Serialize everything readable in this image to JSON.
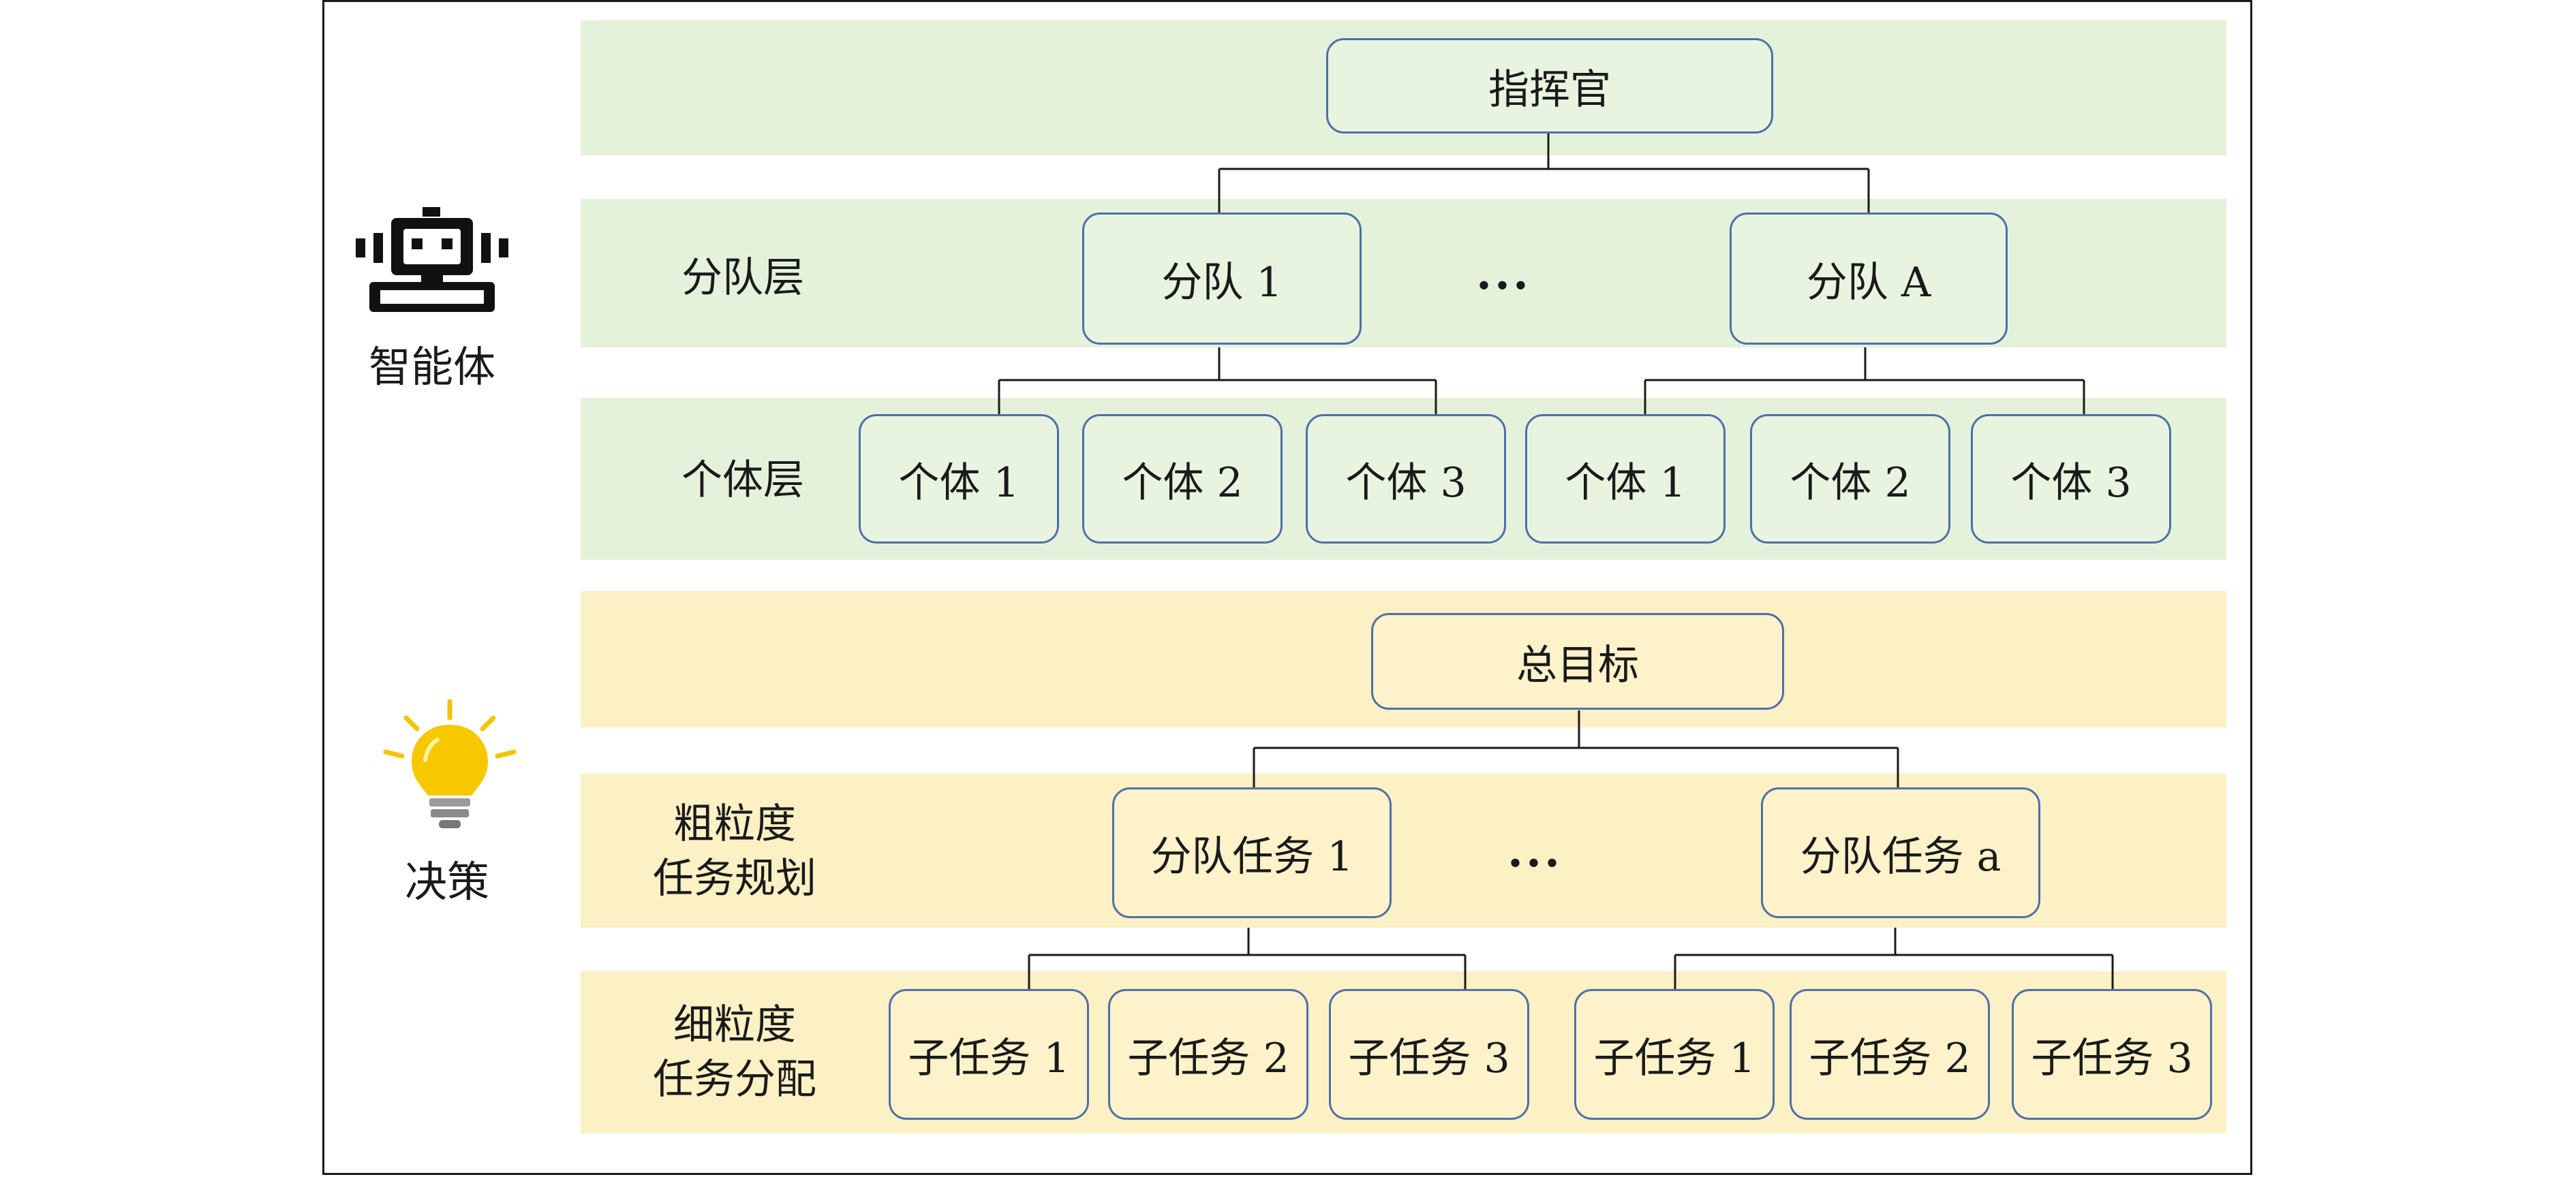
{
  "agent_section": {
    "side_label": "智能体",
    "side_icon": "robot-icon",
    "top_node": "指挥官",
    "layer2_label": "分队层",
    "squads": [
      "分队 1",
      "分队 A"
    ],
    "layer3_label": "个体层",
    "individuals": [
      "个体 1",
      "个体 2",
      "个体 3",
      "个体 1",
      "个体 2",
      "个体 3"
    ],
    "ellipsis": "...",
    "band_color": "#e4f2dc"
  },
  "decision_section": {
    "side_label": "决策",
    "side_icon": "lightbulb-icon",
    "top_node": "总目标",
    "layer2_label": "粗粒度\n任务规划",
    "squad_tasks": [
      "分队任务 1",
      "分队任务 a"
    ],
    "layer3_label": "细粒度\n任务分配",
    "subtasks": [
      "子任务 1",
      "子任务 2",
      "子任务 3",
      "子任务 1",
      "子任务 2",
      "子任务 3"
    ],
    "ellipsis": "...",
    "band_color": "#fcf0c5"
  },
  "colors": {
    "node_border": "#4f6fa8",
    "bulb_yellow": "#f5c400"
  }
}
